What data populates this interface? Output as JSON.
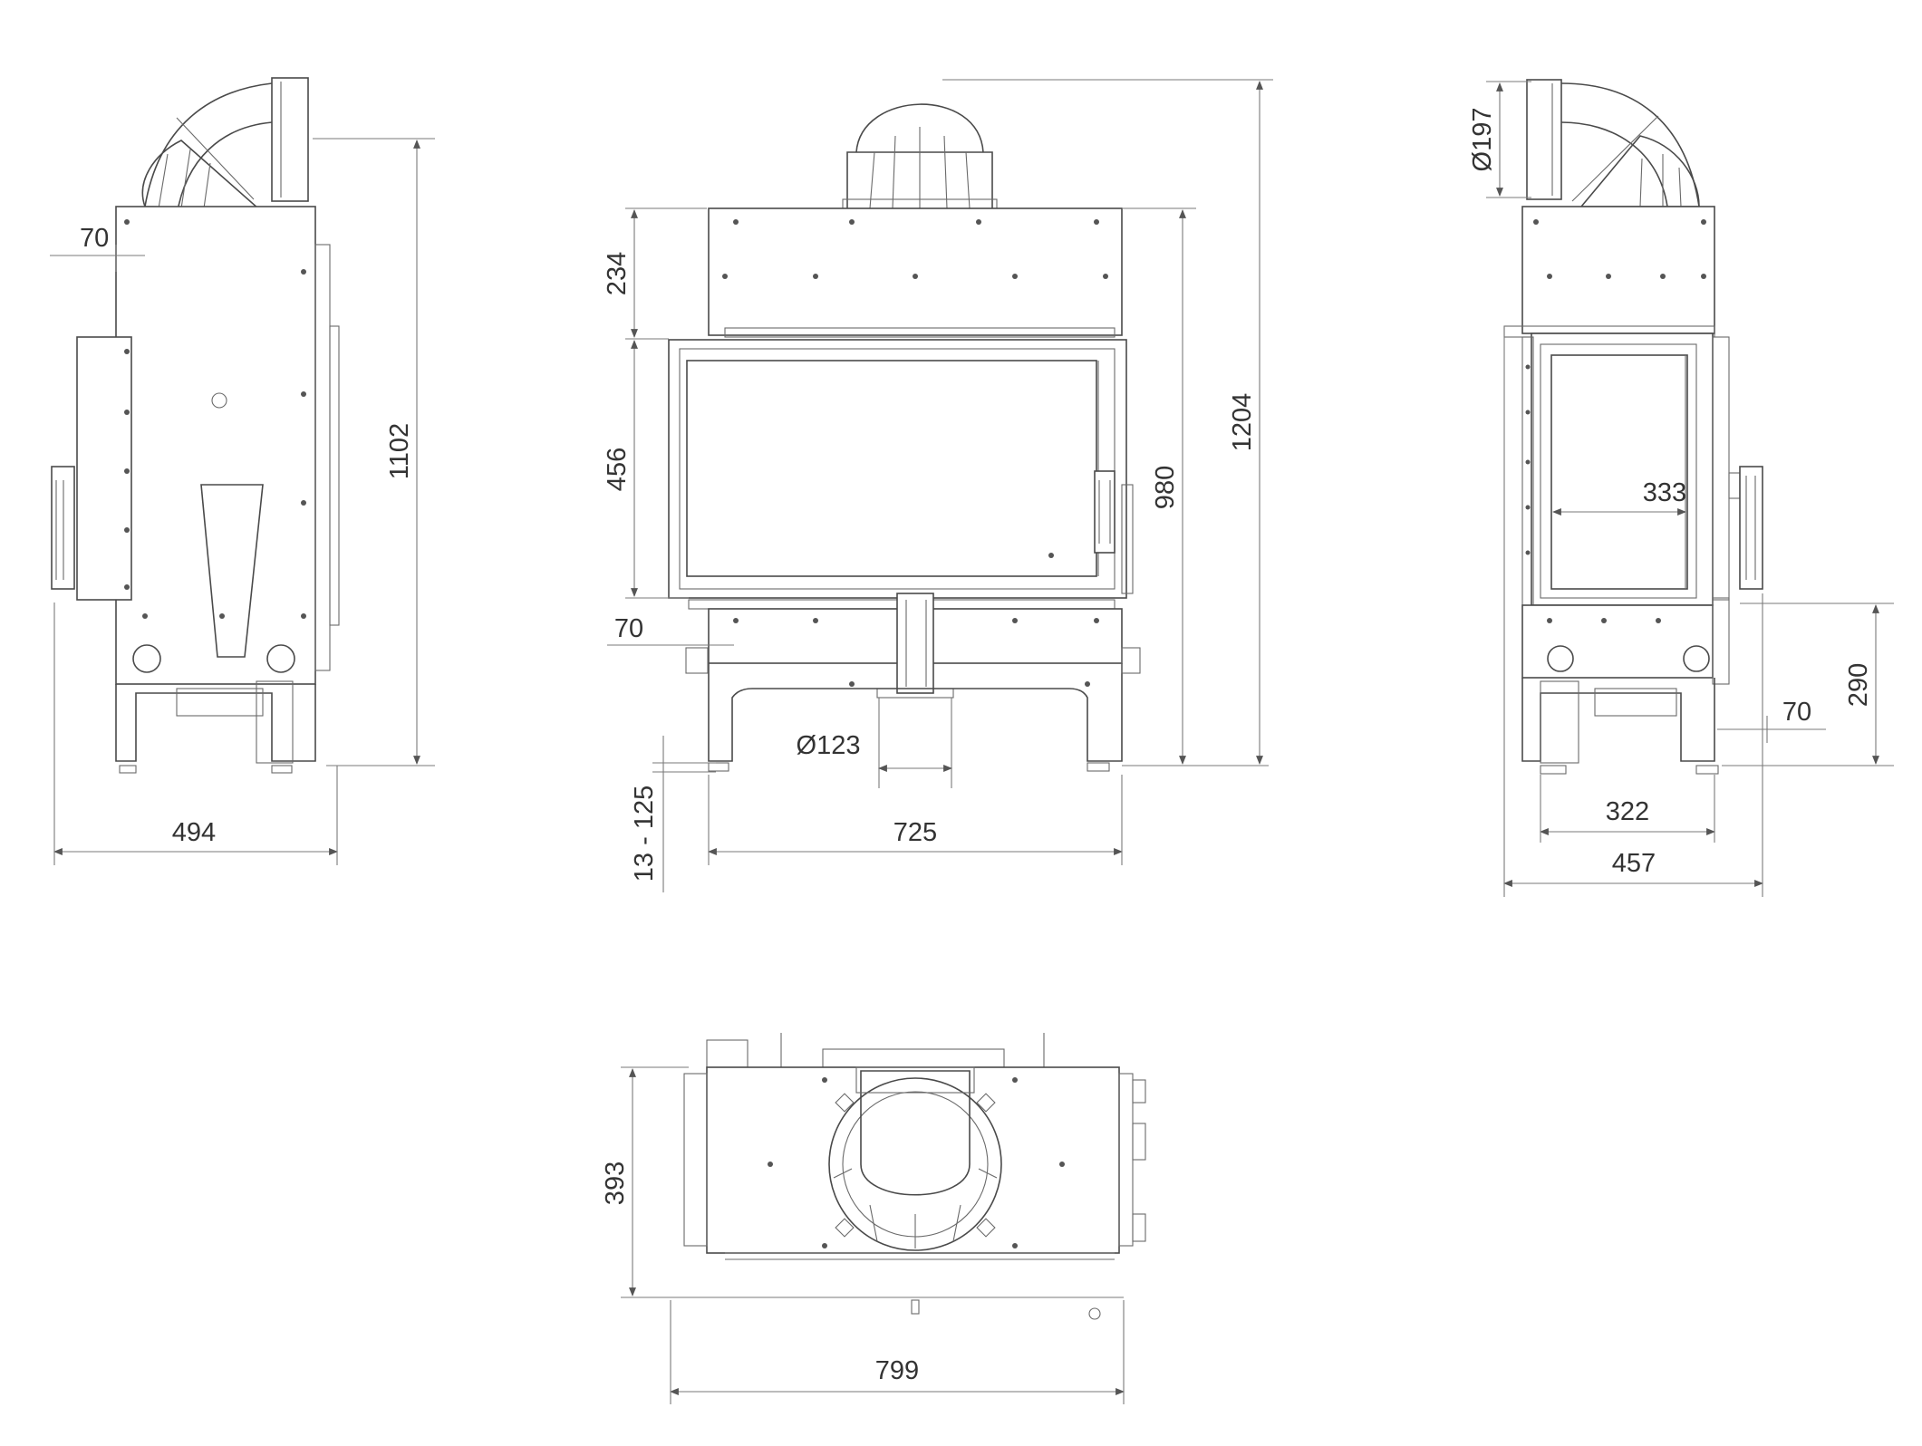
{
  "diagram": {
    "side_left": {
      "dims": {
        "offset": "70",
        "height": "1102",
        "depth": "494"
      }
    },
    "front": {
      "dims": {
        "top_panel": "234",
        "window_height": "456",
        "bottom_offset": "70",
        "flue_diameter": "Ø123",
        "leg_adjust": "13 - 125",
        "width": "725",
        "body_height": "980",
        "total_height": "1204"
      }
    },
    "side_right": {
      "dims": {
        "outlet_diameter": "Ø197",
        "window_width": "333",
        "intake_height": "290",
        "intake_offset": "70",
        "inner_depth": "322",
        "outer_depth": "457"
      }
    },
    "top": {
      "dims": {
        "depth": "393",
        "width": "799"
      }
    }
  }
}
